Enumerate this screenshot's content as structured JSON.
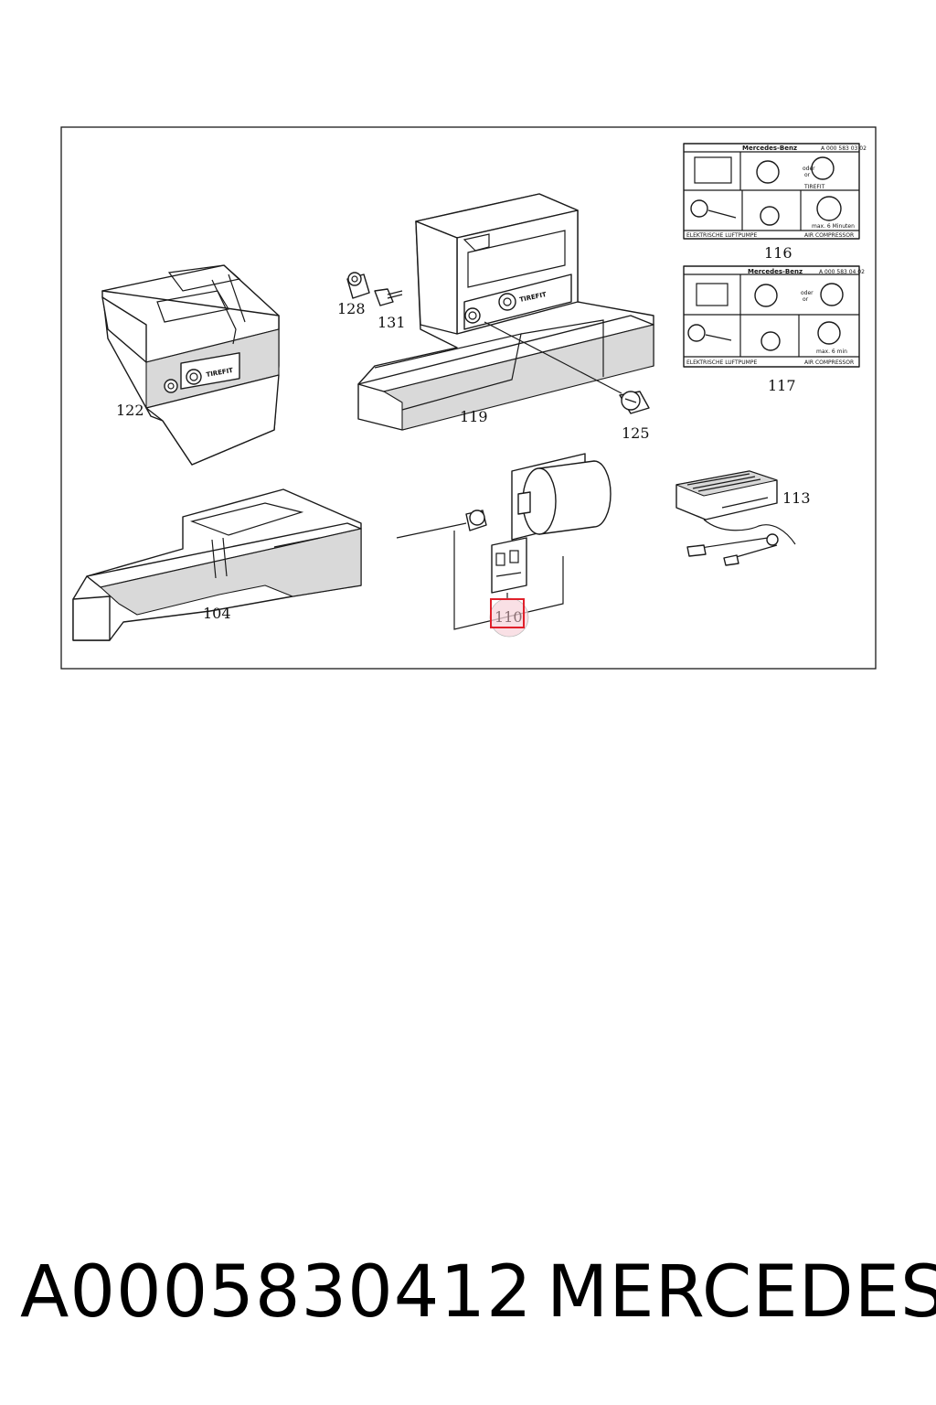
{
  "diagram": {
    "callouts": {
      "c104": "104",
      "c110": "110",
      "c113": "113",
      "c116": "116",
      "c117": "117",
      "c119": "119",
      "c122": "122",
      "c125": "125",
      "c128": "128",
      "c131": "131"
    },
    "box_labels": {
      "tirefit_a": "TIREFIT",
      "tirefit_b": "TIREFIT"
    },
    "label_116": {
      "brand": "Mercedes-Benz",
      "code": "A 000 583 03 02",
      "oder": "oder",
      "or": "or",
      "tirefit": "TIREFIT",
      "minutes": "max. 6 Minuten",
      "left_footer": "ELEKTRISCHE LUFTPUMPE",
      "right_footer": "AIR COMPRESSOR"
    },
    "label_117": {
      "brand": "Mercedes-Benz",
      "code": "A 000 583 04 02",
      "oder": "oder",
      "or": "or",
      "minutes": "max. 6 min",
      "left_footer": "ELEKTRISCHE LUFTPUMPE",
      "right_footer": "AIR COMPRESSOR"
    },
    "highlight_color": "#e0202a"
  },
  "footer": {
    "part_number": "A0005830412",
    "brand": "MERCEDES"
  }
}
